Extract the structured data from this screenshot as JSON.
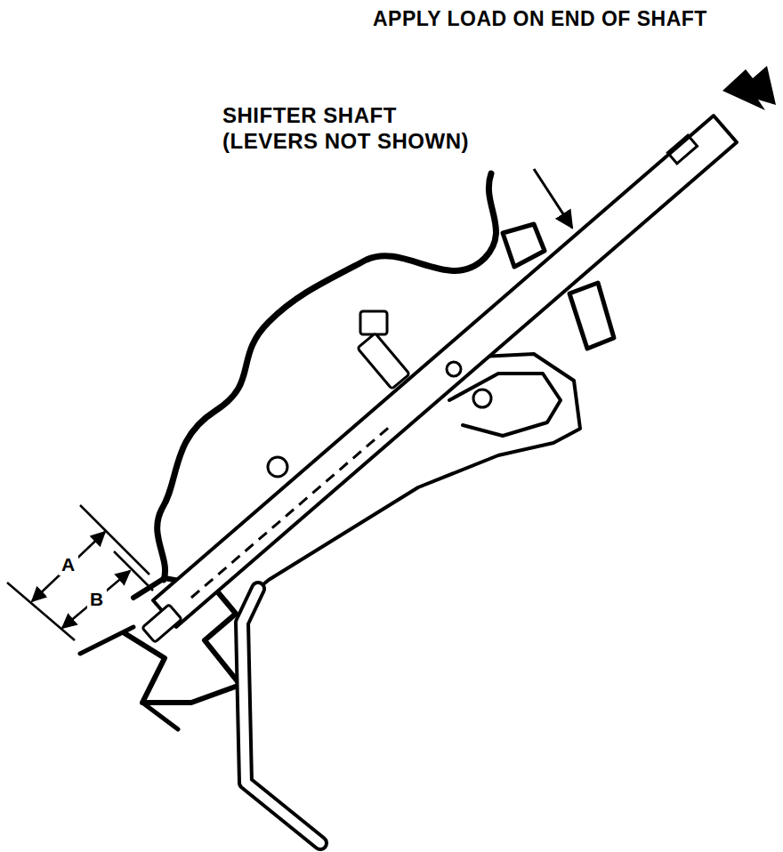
{
  "diagram": {
    "labels": [
      "APPLY LOAD ON END OF SHAFT",
      "SHIFTER SHAFT (LEVERS NOT SHOWN)",
      "A",
      "B"
    ]
  }
}
